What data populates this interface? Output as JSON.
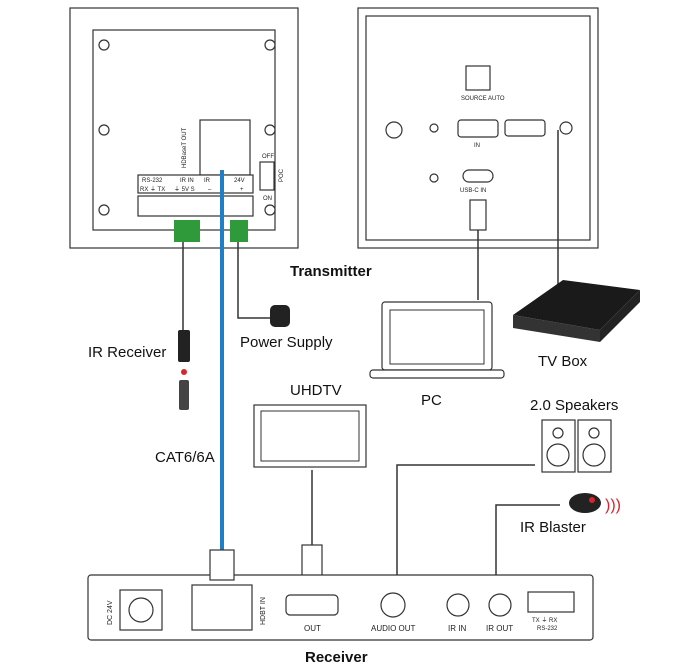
{
  "transmitter": {
    "title": "Transmitter",
    "hdbaset_out": "HDBaseT OUT",
    "rs232": "RS-232",
    "rs232_pins": "RX ⏚ TX",
    "ir_in": "IR IN",
    "ir_in_pins": "⏚ 5V S",
    "ir": "IR",
    "minus": "–",
    "dc24v": "24V",
    "plus": "+",
    "off": "OFF",
    "on": "ON",
    "poc": "POC",
    "source_auto": "SOURCE AUTO",
    "hdmi_in": "IN",
    "usbc_in": "USB-C IN"
  },
  "devices": {
    "ir_receiver": "IR Receiver",
    "power_supply": "Power Supply",
    "pc": "PC",
    "tv_box": "TV Box",
    "uhdtv": "UHDTV",
    "speakers": "2.0 Speakers",
    "cable": "CAT6/6A",
    "ir_blaster": "IR Blaster"
  },
  "receiver": {
    "title": "Receiver",
    "dc24v": "DC 24V",
    "hdbt_in": "HDBT IN",
    "out": "OUT",
    "audio_out": "AUDIO OUT",
    "ir_in": "IR IN",
    "ir_out": "IR OUT",
    "rs232_pins": "TX ⏚ RX",
    "rs232": "RS-232"
  },
  "colors": {
    "cat_cable": "#1e7fc8",
    "terminal": "#2e9a3a",
    "ir_red": "#d9252a"
  }
}
